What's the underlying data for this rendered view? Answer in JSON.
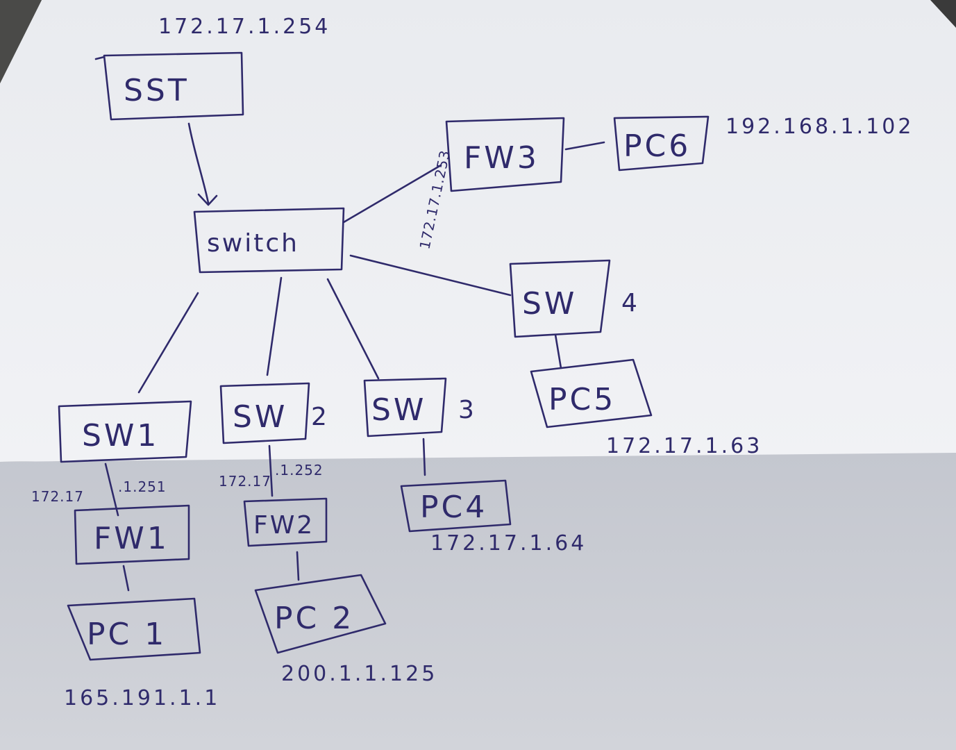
{
  "paper": {
    "ink_color": "#2f2a6b",
    "paper_top": "#eceef2",
    "paper_bottom": "#c8cbd2"
  },
  "nodes": {
    "sst": "SST",
    "switch": "switch",
    "fw3": "FW3",
    "pc6": "PC6",
    "sw4": "SW",
    "sw4_num": "4",
    "pc5": "PC5",
    "sw1": "SW1",
    "sw2": "SW",
    "sw2_num": "2",
    "sw3": "SW",
    "sw3_num": "3",
    "fw1": "FW1",
    "fw2": "FW2",
    "pc4": "PC4",
    "pc1": "PC 1",
    "pc2": "PC 2"
  },
  "addresses": {
    "sst": "172.17.1.254",
    "fw3_link": "172.17.1.253",
    "pc6": "192.168.1.102",
    "pc5": "172.17.1.63",
    "pc4": "172.17.1.64",
    "fw1_left": "172.17",
    "fw1_right": ".1.251",
    "fw2_left": "172.17",
    "fw2_right": ".1.252",
    "pc1": "165.191.1.1",
    "pc2": "200.1.1.125"
  }
}
